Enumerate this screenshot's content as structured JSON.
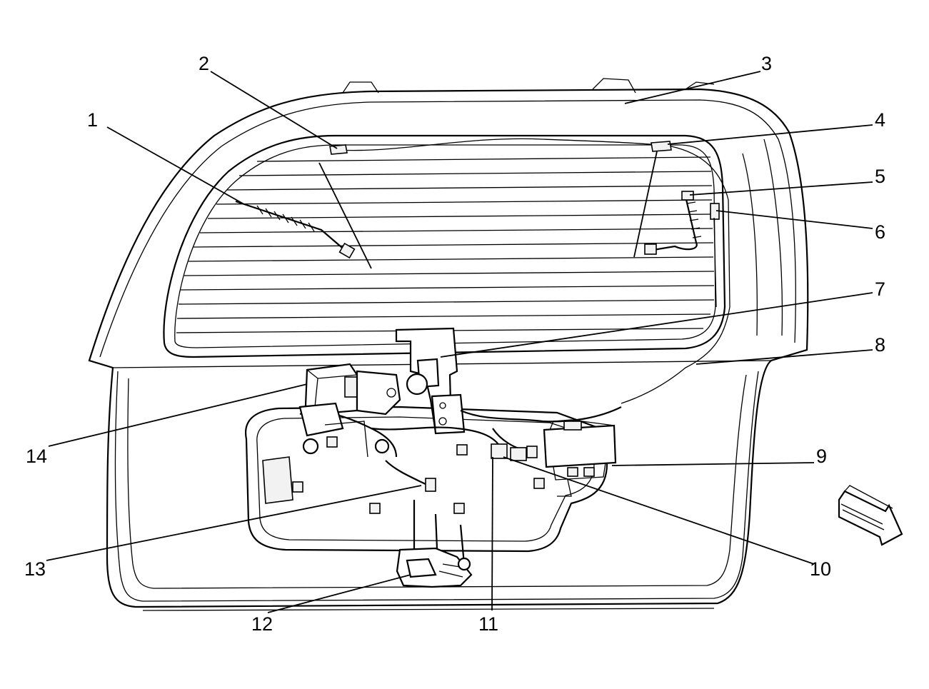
{
  "callouts": [
    {
      "id": "1",
      "label": "1"
    },
    {
      "id": "2",
      "label": "2"
    },
    {
      "id": "3",
      "label": "3"
    },
    {
      "id": "4",
      "label": "4"
    },
    {
      "id": "5",
      "label": "5"
    },
    {
      "id": "6",
      "label": "6"
    },
    {
      "id": "7",
      "label": "7"
    },
    {
      "id": "8",
      "label": "8"
    },
    {
      "id": "9",
      "label": "9"
    },
    {
      "id": "10",
      "label": "10"
    },
    {
      "id": "11",
      "label": "11"
    },
    {
      "id": "12",
      "label": "12"
    },
    {
      "id": "13",
      "label": "13"
    },
    {
      "id": "14",
      "label": "14"
    }
  ],
  "icons": {
    "direction_arrow": "forward-direction-arrow-icon"
  },
  "colors": {
    "line": "#000000",
    "background": "#ffffff"
  }
}
